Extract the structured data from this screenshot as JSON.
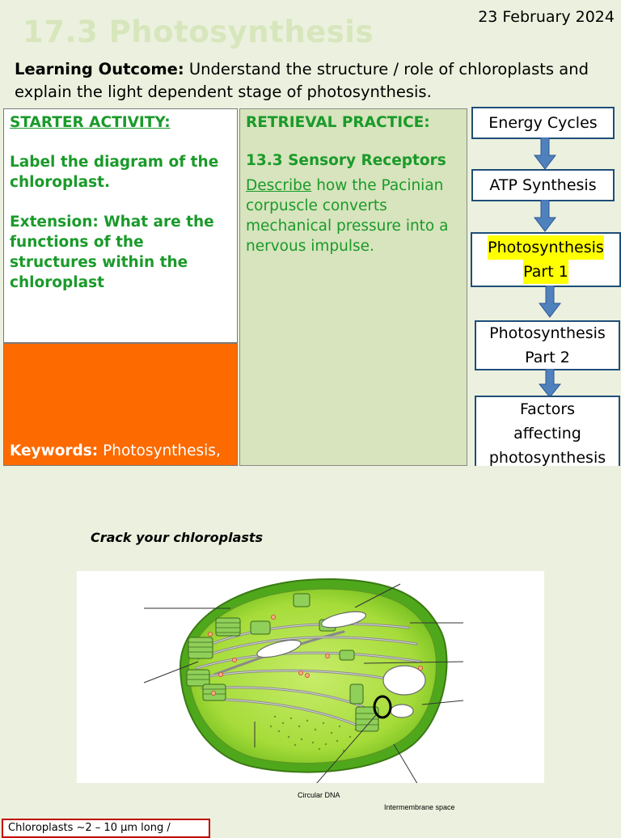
{
  "header": {
    "title": "17.3 Photosynthesis",
    "date": "23 February 2024",
    "outcome_label": "Learning Outcome:",
    "outcome_text": " Understand the structure / role of chloroplasts and explain the light dependent stage of photosynthesis."
  },
  "starter": {
    "heading": "STARTER ACTIVITY:",
    "task": "Label the diagram of the chloroplast.",
    "extension": "Extension: What are the functions of the structures within the chloroplast"
  },
  "keywords": {
    "label": "Keywords:",
    "text": " Photosynthesis,"
  },
  "retrieval": {
    "heading": "RETRIEVAL PRACTICE:",
    "topic": "13.3 Sensory Receptors",
    "command": "Describe",
    "question": " how the Pacinian corpuscle converts mechanical pressure into a nervous impulse."
  },
  "flow": {
    "energy_cycles": "Energy Cycles",
    "atp_synthesis": "ATP Synthesis",
    "photo1_line1": "Photosynthesis",
    "photo1_line2": "Part 1",
    "photo2_line1": "Photosynthesis",
    "photo2_line2": "Part 2",
    "factors_line1": "Factors",
    "factors_line2": "affecting",
    "factors_line3": "photosynthesis"
  },
  "diagram": {
    "caption": "Crack your chloroplasts",
    "label_dna": "Circular DNA",
    "label_intermembrane": "Intermembrane space"
  },
  "bottom_note": "Chloroplasts ~2 – 10 μm long /",
  "colors": {
    "background": "#ebf1de",
    "green_text": "#1a9a2a",
    "orange_panel": "#fc6a00",
    "retrieval_panel": "#d7e4bd",
    "arrow": "#4f81bd",
    "box_border": "#1f4e79",
    "highlight": "#ffff00"
  }
}
